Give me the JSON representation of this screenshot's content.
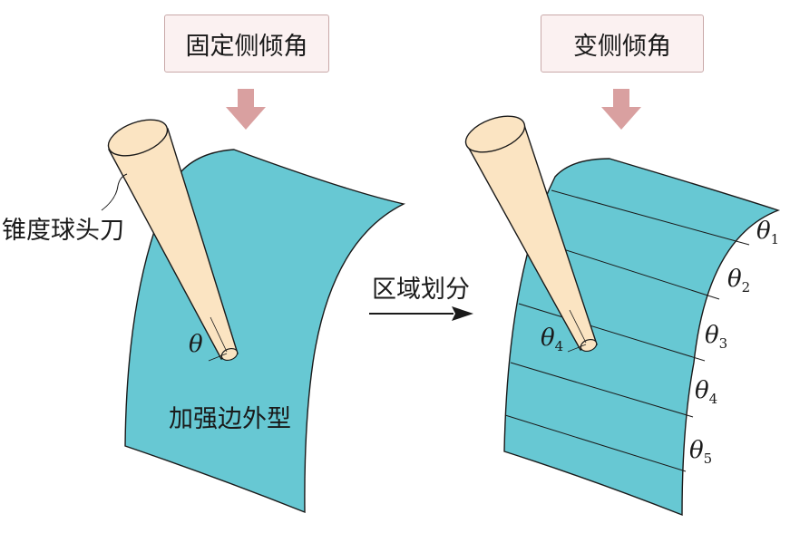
{
  "left_panel": {
    "title": "固定侧倾角",
    "tool_label": "锥度球头刀",
    "surface_label": "加强边外型",
    "angle_symbol": "θ"
  },
  "middle": {
    "process_label": "区域划分"
  },
  "right_panel": {
    "title": "变侧倾角",
    "tool_angle": {
      "symbol": "θ",
      "index": "4"
    },
    "zone_angles": [
      {
        "symbol": "θ",
        "index": "1"
      },
      {
        "symbol": "θ",
        "index": "2"
      },
      {
        "symbol": "θ",
        "index": "3"
      },
      {
        "symbol": "θ",
        "index": "4"
      },
      {
        "symbol": "θ",
        "index": "5"
      }
    ]
  },
  "colors": {
    "surface": "#67c8d3",
    "tool": "#fbe4c2",
    "arrow_down": "#d9a0a0",
    "outline": "#1a1a1a"
  }
}
